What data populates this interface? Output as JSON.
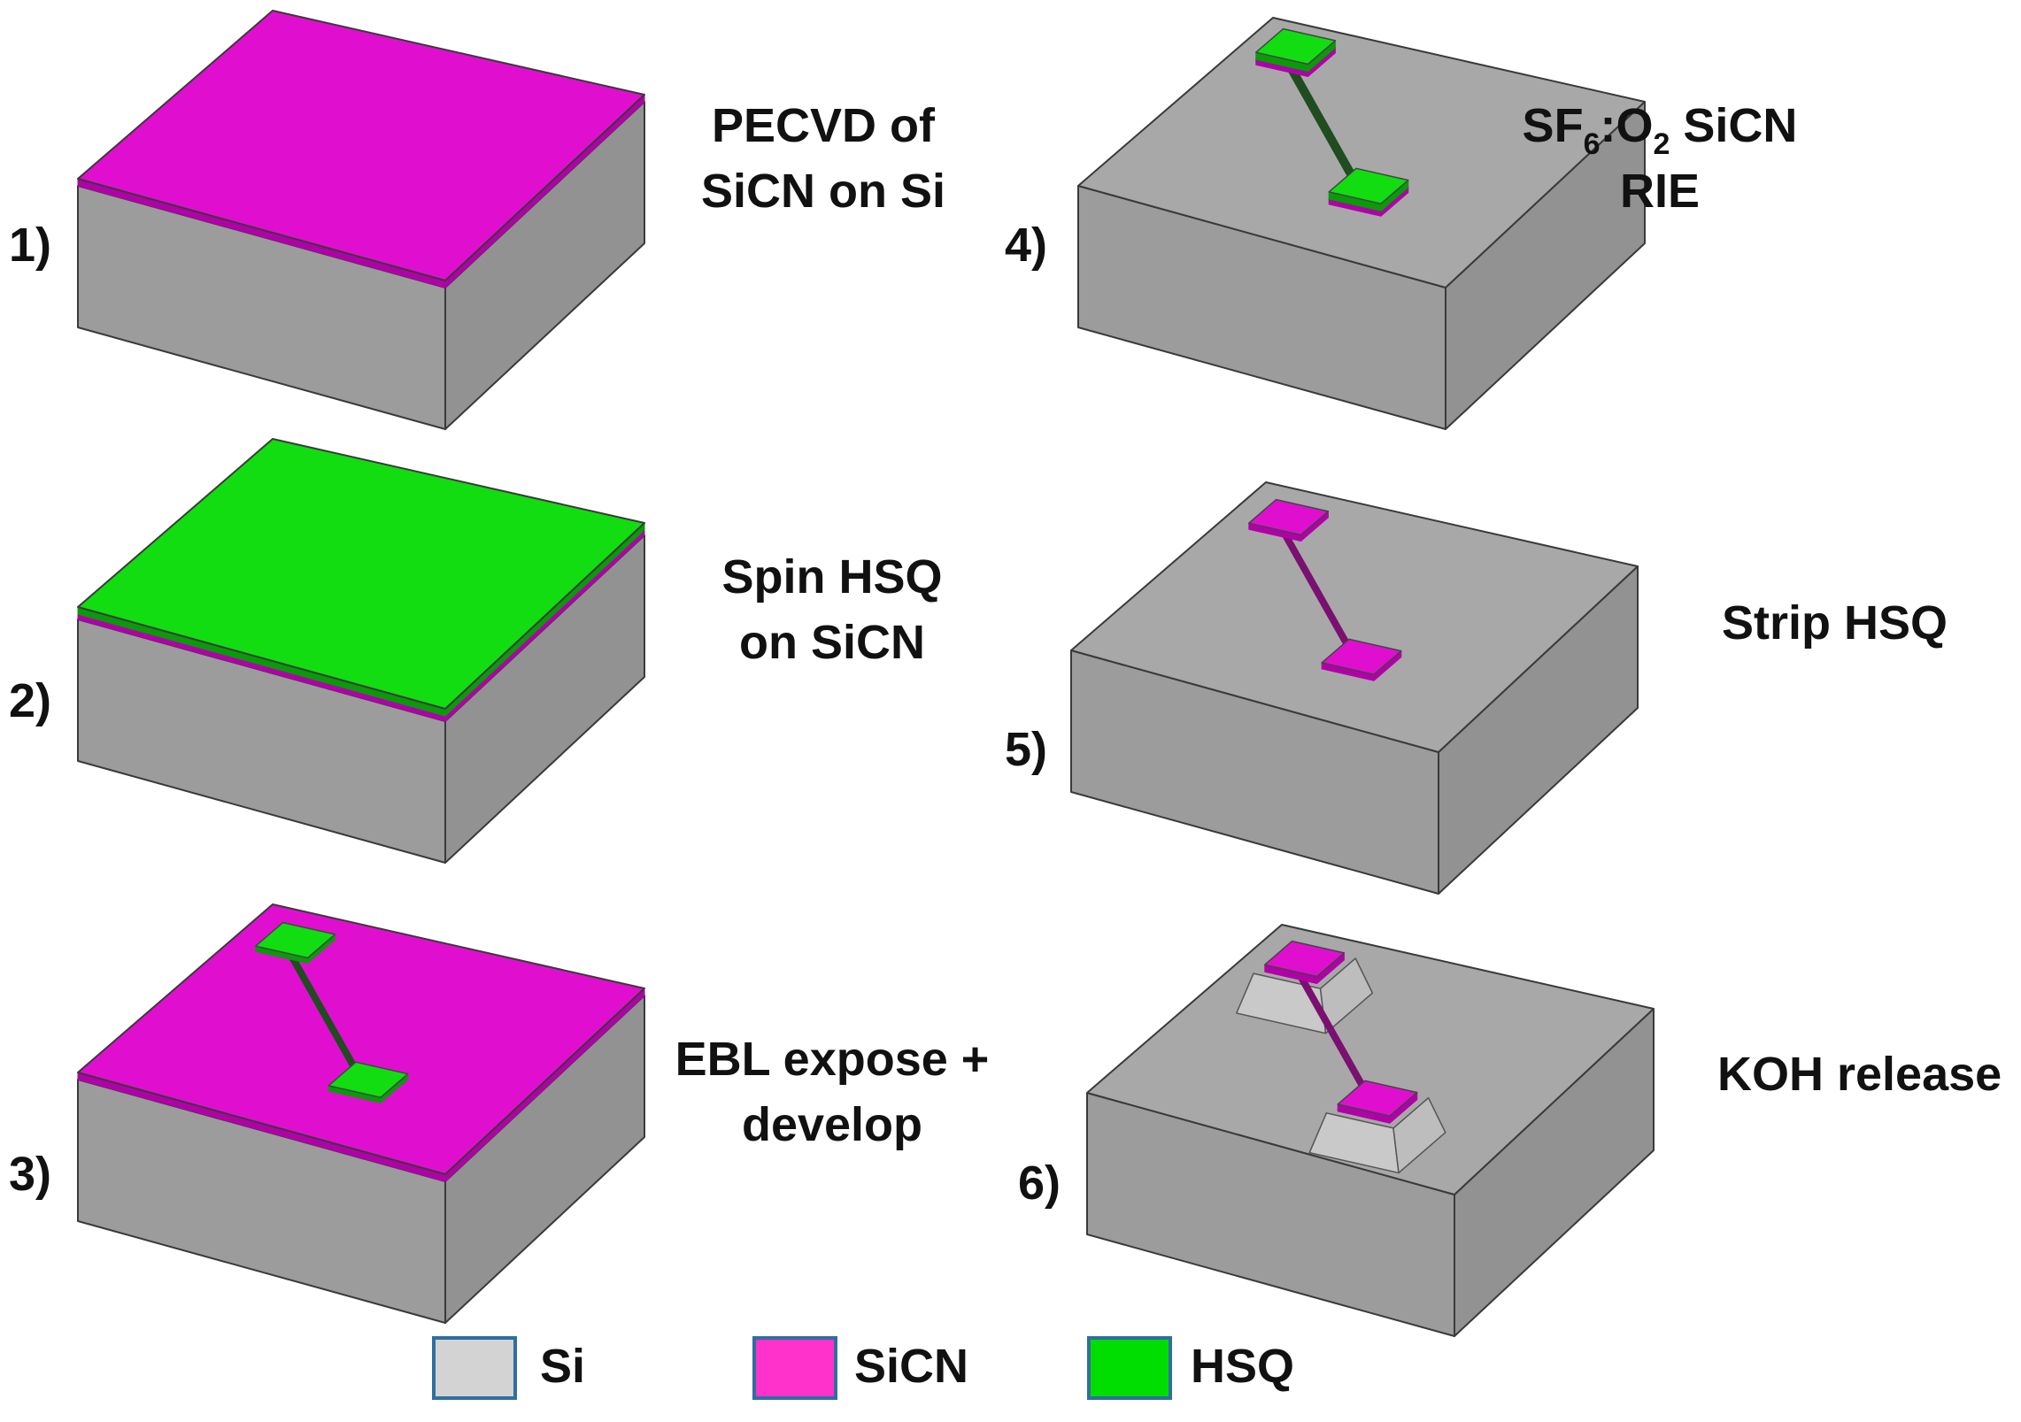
{
  "steps": [
    {
      "number": "1)",
      "caption_lines": [
        "PECVD of",
        "SiCN on Si"
      ]
    },
    {
      "number": "2)",
      "caption_lines": [
        "Spin HSQ",
        "on SiCN"
      ]
    },
    {
      "number": "3)",
      "caption_lines": [
        "EBL expose +",
        "develop"
      ]
    },
    {
      "number": "4)",
      "caption": {
        "sf": "SF",
        "sub6": "6",
        "colon_o": ":O",
        "sub2": "2",
        "rest": " SiCN",
        "line2": "RIE"
      }
    },
    {
      "number": "5)",
      "caption_lines": [
        "Strip HSQ"
      ]
    },
    {
      "number": "6)",
      "caption_lines": [
        "KOH release"
      ]
    }
  ],
  "legend": [
    {
      "label": "Si",
      "color": "#d3d3d3"
    },
    {
      "label": "SiCN",
      "color": "#ff33cc"
    },
    {
      "label": "HSQ",
      "color": "#00dd00"
    }
  ],
  "colors": {
    "si_top": "#a8a8a8",
    "si_front": "#9c9c9c",
    "si_side": "#929292",
    "sicn": "#e00fcf",
    "sicn_edge": "#b000a8",
    "hsq": "#11dd11",
    "hsq_edge": "#0a9a0a",
    "edge": "#3a3a3a"
  }
}
